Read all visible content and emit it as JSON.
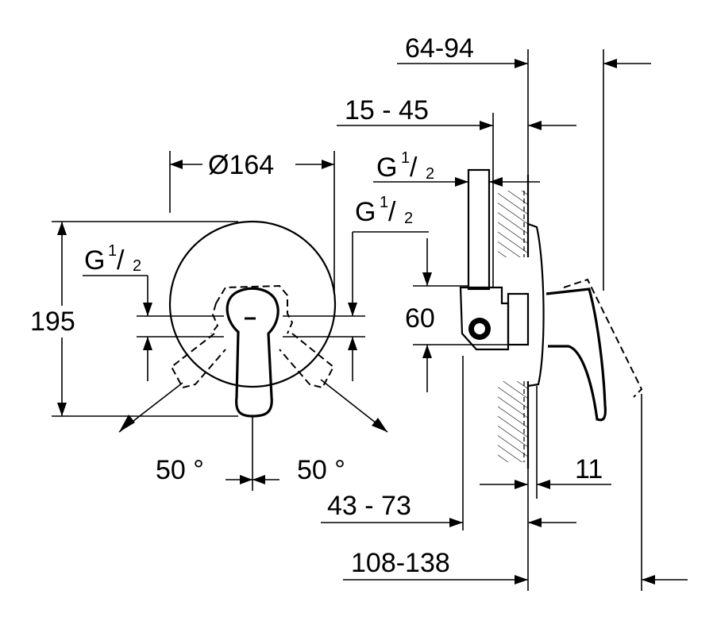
{
  "dimensions": {
    "d6494": "64-94",
    "d1545": "15 - 45",
    "dia164": "Ø164",
    "d195": "195",
    "d60": "60",
    "d11": "11",
    "d4373": "43 - 73",
    "d108138": "108-138",
    "angle_left": "50 °",
    "angle_right": "50 °"
  },
  "threads": {
    "g": "G",
    "num": "1",
    "den": "2",
    "sep": "/"
  }
}
